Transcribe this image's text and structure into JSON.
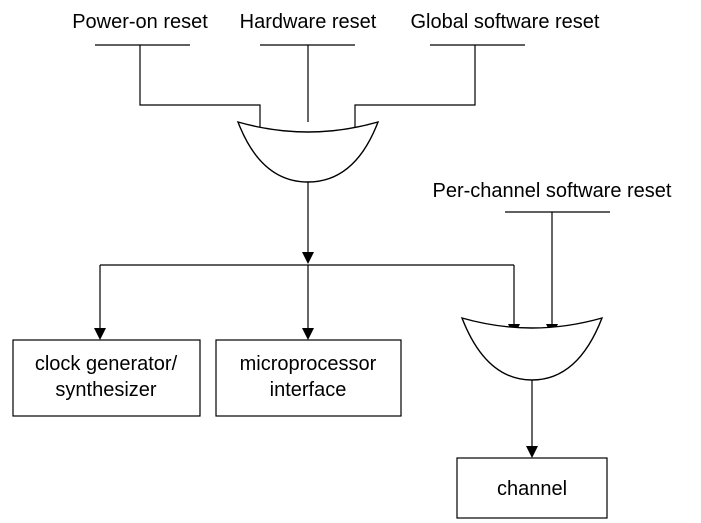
{
  "inputs": {
    "power_on": "Power-on reset",
    "hardware": "Hardware reset",
    "global_software": "Global software reset",
    "per_channel_software": "Per-channel software reset"
  },
  "blocks": {
    "clock": {
      "line1": "clock generator/",
      "line2": "synthesizer"
    },
    "microprocessor": {
      "line1": "microprocessor",
      "line2": "interface"
    },
    "channel": "channel"
  },
  "colors": {
    "line": "#000000",
    "background": "#ffffff"
  }
}
